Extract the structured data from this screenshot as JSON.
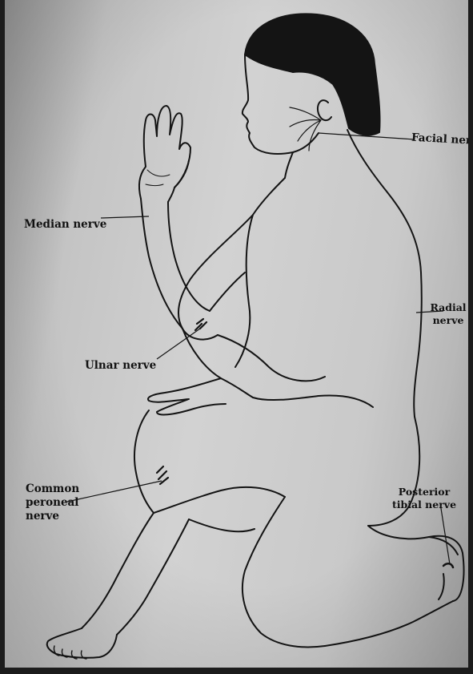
{
  "labels": {
    "facial": "Facial nerve",
    "median": "Median nerve",
    "radial_line1": "Radial",
    "radial_line2": "nerve",
    "ulnar": "Ulnar nerve",
    "common_line1": "Common",
    "common_line2": "peroneal",
    "common_line3": "nerve",
    "posterior_line1": "Posterior",
    "posterior_line2": "tibial nerve"
  },
  "colors": {
    "ink": "#111111",
    "paper": "#c8c8c8",
    "hair": "#141414"
  }
}
